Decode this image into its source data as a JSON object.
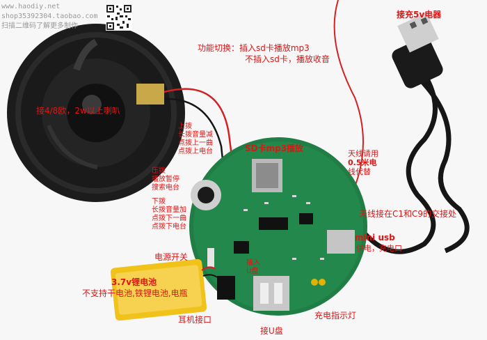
{
  "watermark": {
    "site": "www.haodiy.net",
    "shop": "shop35392304.taobao.com",
    "scan_text": "扫描二维码了解更多制作"
  },
  "labels": {
    "function_switch_1": "功能切换：插入sd卡播放mp3",
    "function_switch_2": "不插入sd卡，播放收音",
    "speaker": "接4/8欧，2w以上喇叭",
    "usb_power": "接充5v电器",
    "sd_mp3": "SD卡mp3播放",
    "antenna_tip_1": "天线请用",
    "antenna_tip_2": "0.5米电",
    "antenna_tip_3": "线代替",
    "antenna_c1": "天线接在C1和C9的交接处",
    "mini_usb_1": "mini usb",
    "mini_usb_2": "供电，充电口",
    "power_switch": "电源开关",
    "battery_1": "3.7v锂电池",
    "battery_2": "不支持干电池,铁锂电池,电瓶",
    "earphone": "耳机接口",
    "usb_drive": "接U盘",
    "charge_led": "充电指示灯",
    "usb_mark_1": "插入",
    "usb_mark_2": "U盘"
  },
  "dial_up": [
    "上拨",
    "长拨音量减",
    "点拨上一曲",
    "点拨上电台"
  ],
  "dial_press": [
    "压拨",
    "播放暂停",
    "搜索电台"
  ],
  "dial_down": [
    "下拨",
    "长拨音量加",
    "点拨下一曲",
    "点拨下电台"
  ],
  "colors": {
    "annotation": "#e11414",
    "pcb": "#1f7d45",
    "speaker": "#1b1b1b",
    "wire_red": "#d42020",
    "cable_black": "#161616",
    "usb_metal": "#c8c8c8",
    "battery": "#f0c21a"
  }
}
